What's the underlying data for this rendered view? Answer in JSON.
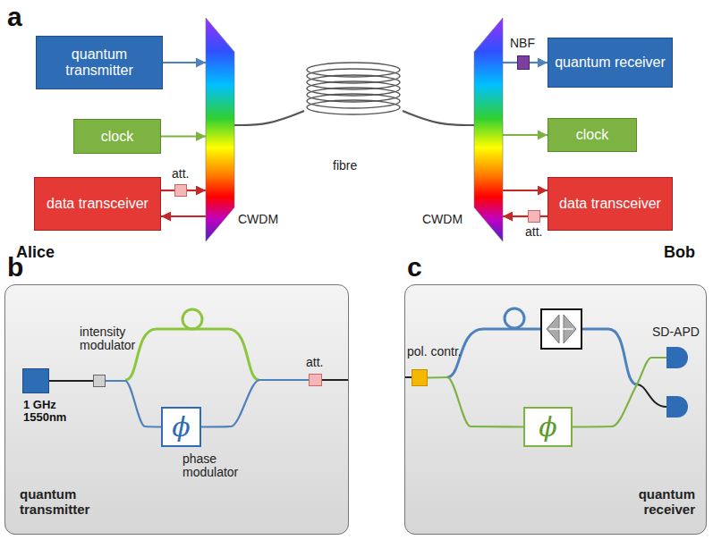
{
  "diagram": {
    "nodes": [
      {
        "text": [
          "quantum transmitter"
        ]
      },
      {
        "text": [
          "clock"
        ]
      },
      {
        "text": [
          "data transceiver"
        ]
      },
      {
        "text": [
          "CWDM"
        ]
      },
      {
        "text": [
          "fibre"
        ]
      },
      {
        "text": [
          "CWDM"
        ]
      },
      {
        "text": [
          "NBF"
        ]
      },
      {
        "text": [
          "quantum receiver"
        ]
      },
      {
        "text": [
          "clock"
        ]
      },
      {
        "text": [
          "data transceiver"
        ]
      },
      {
        "text": [
          "att."
        ]
      },
      {
        "text": [
          "att."
        ]
      },
      {
        "text": [
          "quantum transmitter"
        ]
      },
      {
        "text": [
          "1 GHz 1550nm"
        ],
        "in": 12
      },
      {
        "text": [
          "intensity modulator"
        ],
        "in": 12
      },
      {
        "text": [
          "ϕ",
          "phase modulator"
        ],
        "in": 12
      },
      {
        "text": [
          "att."
        ],
        "in": 12
      },
      {
        "text": [
          "quantum receiver"
        ]
      },
      {
        "text": [
          "pol. contr."
        ],
        "in": 17
      },
      {
        "text": [
          "ϕ"
        ],
        "in": 17
      },
      {
        "text": [
          "SD-APD"
        ],
        "in": 17
      }
    ],
    "edges": [
      {
        "from": 0,
        "to": 3,
        "arrow": "to"
      },
      {
        "from": 1,
        "to": 3,
        "arrow": "to"
      },
      {
        "from": 2,
        "to": 10,
        "arrow": "none"
      },
      {
        "from": 10,
        "to": 3,
        "arrow": "to"
      },
      {
        "from": 3,
        "to": 2,
        "arrow": "to"
      },
      {
        "from": 3,
        "to": 4,
        "arrow": "none"
      },
      {
        "from": 4,
        "to": 5,
        "arrow": "none"
      },
      {
        "from": 5,
        "to": 6,
        "arrow": "none"
      },
      {
        "from": 6,
        "to": 7,
        "arrow": "to"
      },
      {
        "from": 5,
        "to": 8,
        "arrow": "to"
      },
      {
        "from": 5,
        "to": 9,
        "arrow": "to"
      },
      {
        "from": 9,
        "to": 11,
        "arrow": "none"
      },
      {
        "from": 11,
        "to": 5,
        "arrow": "to"
      },
      {
        "from": 13,
        "to": 14,
        "arrow": "none"
      },
      {
        "from": 14,
        "to": 15,
        "arrow": "none"
      },
      {
        "from": 15,
        "to": 16,
        "arrow": "none"
      },
      {
        "from": 18,
        "to": 19,
        "arrow": "none"
      },
      {
        "from": 19,
        "to": 20,
        "arrow": "none"
      }
    ],
    "labels": [
      "a",
      "Alice",
      "Bob",
      "b",
      "c"
    ]
  }
}
